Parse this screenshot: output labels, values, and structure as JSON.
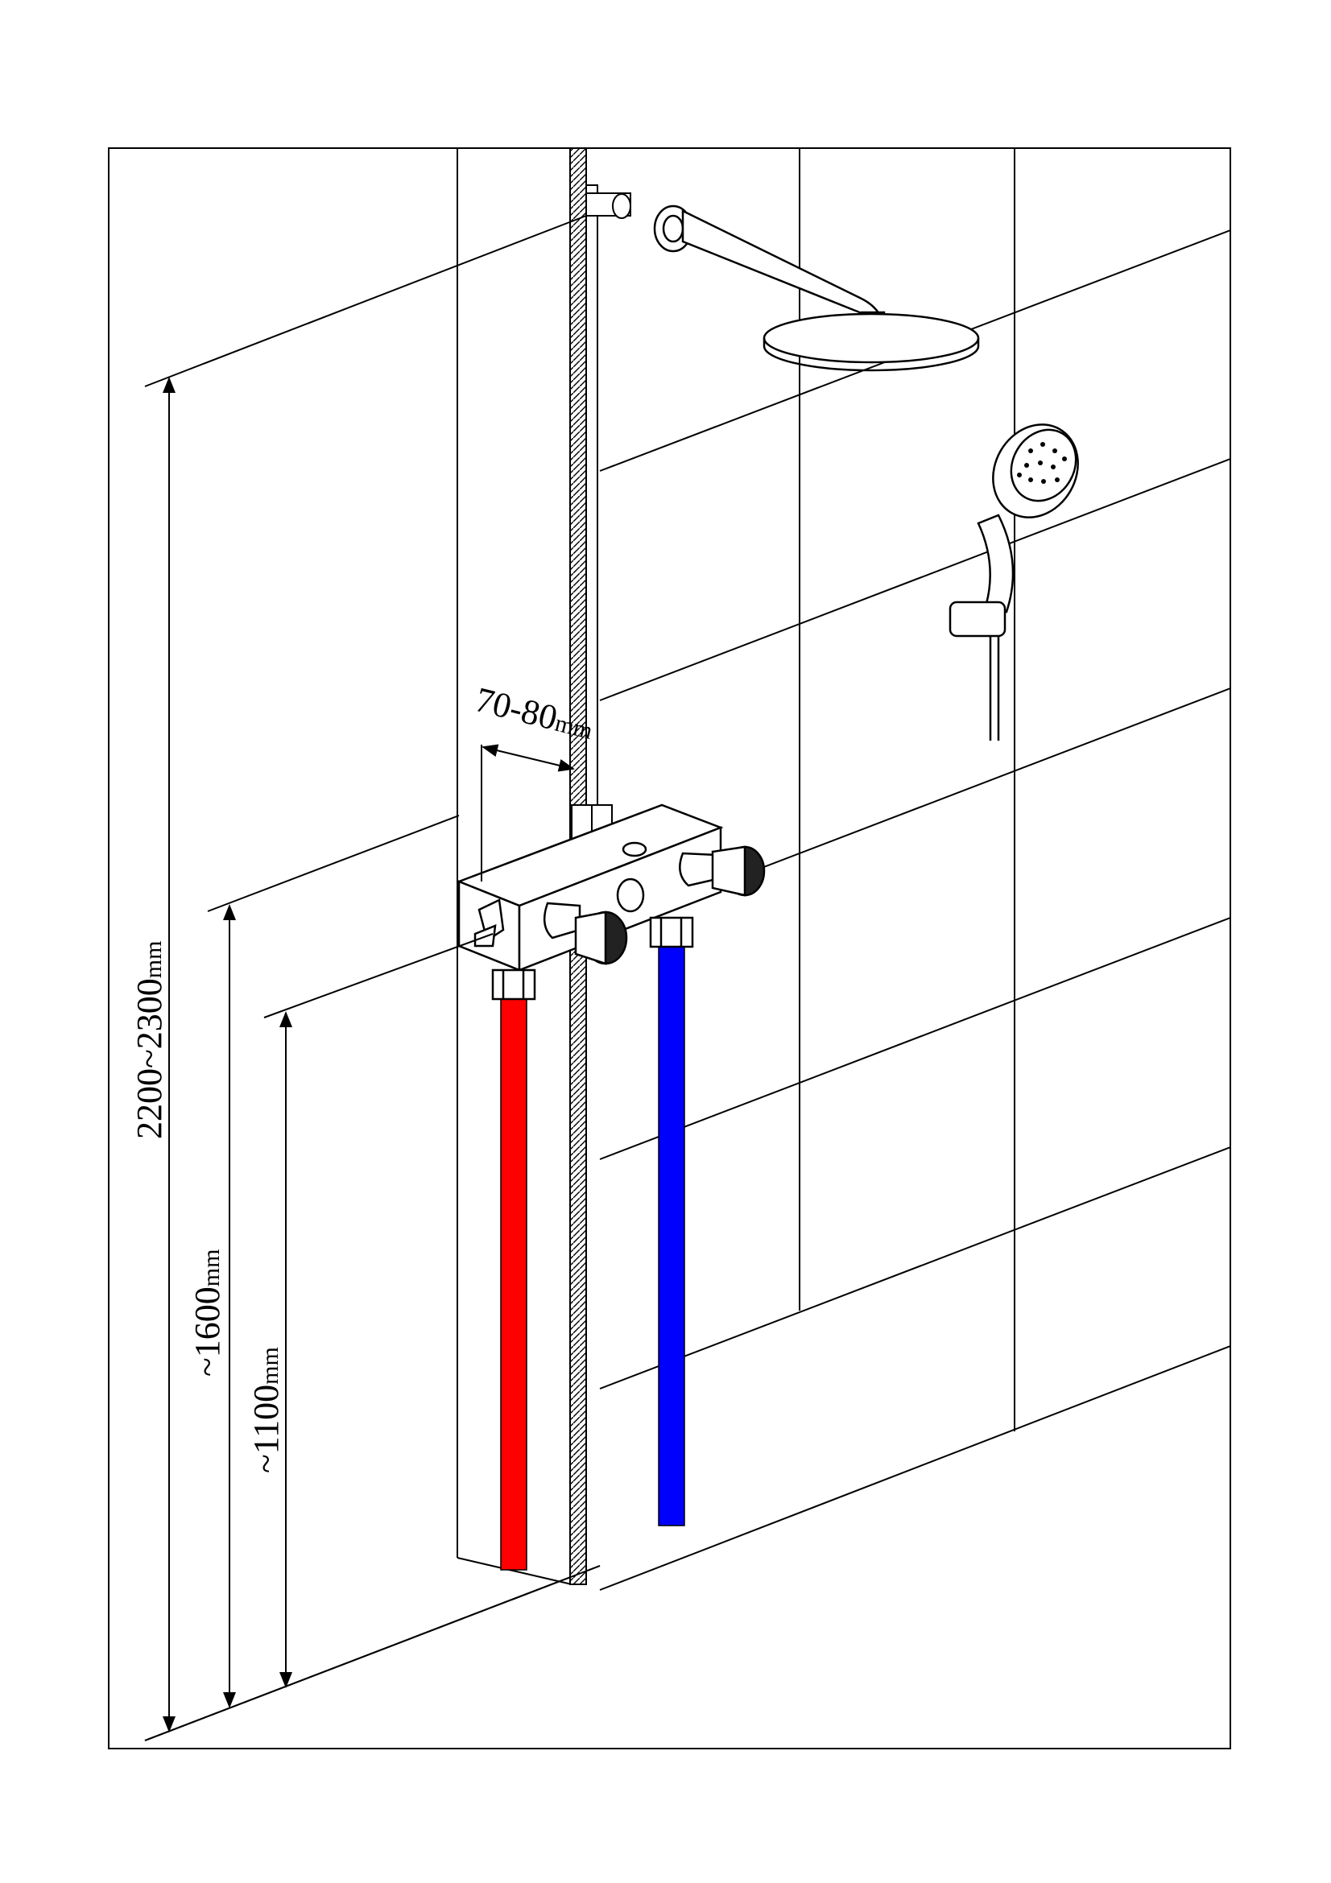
{
  "dimensions": {
    "total_height": {
      "value": "2200~2300",
      "unit": "mm"
    },
    "mixer_height": {
      "value": "~1600",
      "unit": "mm"
    },
    "lower_height": {
      "value": "~1100",
      "unit": "mm"
    },
    "wall_offset": {
      "value": "70-80",
      "unit": "mm"
    }
  },
  "colors": {
    "hot_pipe": "#ff0000",
    "cold_pipe": "#0000ff",
    "line": "#000000",
    "background": "#ffffff"
  }
}
